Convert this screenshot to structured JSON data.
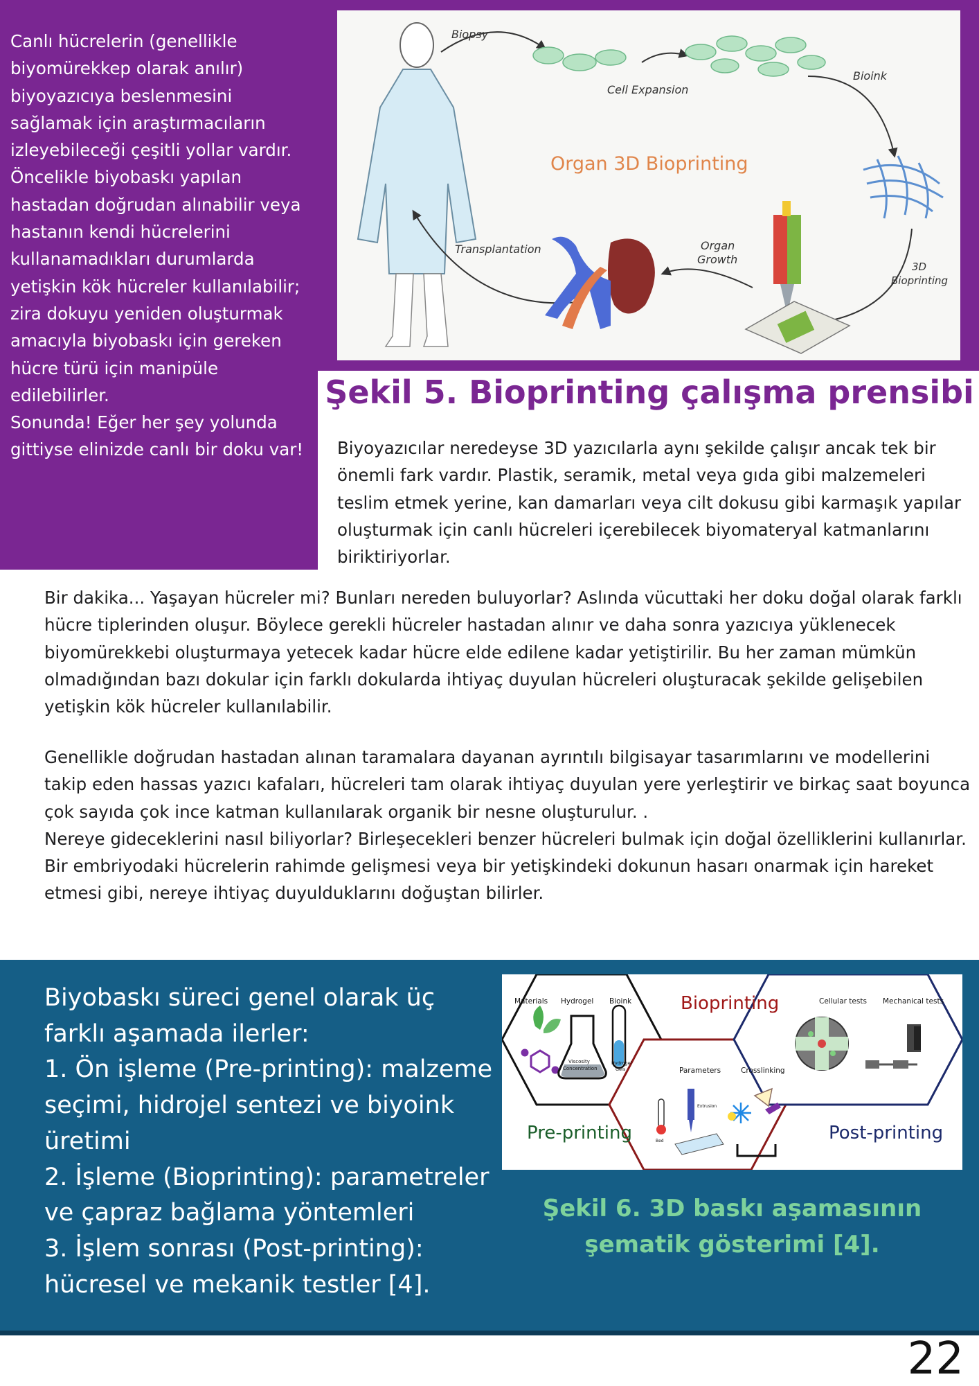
{
  "colors": {
    "purple": "#7a2692",
    "blue": "#155e86",
    "green_caption": "#7ed29c",
    "figure_orange": "#e0854a"
  },
  "sidebar": {
    "text": [
      "Canlı hücrelerin (genellikle biyomürekkep olarak anılır) biyoyazıcıya beslenmesini sağlamak için araştırmacıların izleyebileceği çeşitli yollar vardır. Öncelikle biyobaskı yapılan hastadan doğrudan alınabilir veya hastanın kendi hücrelerini kullanamadıkları durumlarda yetişkin kök hücreler kullanılabilir; zira dokuyu yeniden oluşturmak amacıyla biyobaskı için gereken hücre türü için manipüle edilebilirler.",
      "Sonunda! Eğer her şey yolunda gittiyse elinizde canlı bir doku var!"
    ]
  },
  "figure5": {
    "title": "Organ 3D Bioprinting",
    "labels": {
      "biopsy": "Biopsy",
      "cell_expansion": "Cell Expansion",
      "bioink": "Bioink",
      "transplantation": "Transplantation",
      "organ_growth_1": "Organ",
      "organ_growth_2": "Growth",
      "bioprinting_1": "3D",
      "bioprinting_2": "Bioprinting"
    },
    "caption": "Şekil 5. Bioprinting çalışma prensibi"
  },
  "intro": "Biyoyazıcılar neredeyse 3D yazıcılarla aynı şekilde çalışır ancak tek bir önemli fark vardır. Plastik, seramik, metal veya gıda gibi malzemeleri teslim etmek yerine, kan damarları veya cilt dokusu gibi karmaşık yapılar oluşturmak için canlı hücreleri içerebilecek biyomateryal katmanlarını biriktiriyorlar.",
  "body": {
    "p1": "Bir dakika... Yaşayan hücreler mi? Bunları nereden buluyorlar? Aslında vücuttaki her doku doğal olarak farklı hücre tiplerinden oluşur. Böylece gerekli hücreler hastadan alınır ve daha sonra yazıcıya yüklenecek biyomürekkebi oluşturmaya yetecek kadar hücre elde edilene kadar yetiştirilir. Bu her zaman mümkün olmadığından bazı dokular için farklı dokularda ihtiyaç duyulan hücreleri oluşturacak şekilde gelişebilen yetişkin kök hücreler kullanılabilir.",
    "p2a": "Genellikle doğrudan hastadan alınan taramalara dayanan ayrıntılı bilgisayar tasarımlarını ve modellerini takip eden hassas yazıcı kafaları, hücreleri tam olarak ihtiyaç duyulan yere yerleştirir ve birkaç saat boyunca çok sayıda çok ince katman kullanılarak organik bir nesne oluşturulur. .",
    "p2b": " Nereye gideceklerini nasıl biliyorlar? Birleşecekleri benzer hücreleri bulmak için doğal özelliklerini kullanırlar. Bir embriyodaki hücrelerin rahimde gelişmesi veya bir yetişkindeki dokunun hasarı onarmak için hareket etmesi gibi, nereye ihtiyaç duyulduklarını doğuştan bilirler."
  },
  "stages": {
    "intro": "Biyobaskı süreci genel olarak üç farklı aşamada ilerler:",
    "items": [
      "1. Ön işleme (Pre-printing): malzeme seçimi, hidrojel sentezi ve biyoink üretimi",
      "2. İşleme (Bioprinting): parametreler ve çapraz bağlama yöntemleri",
      "3. İşlem sonrası (Post-printing): hücresel ve mekanik testler [4]."
    ]
  },
  "figure6": {
    "labels": {
      "materials": "Materials",
      "hydrogel": "Hydrogel",
      "bioink": "Bioink",
      "viscosity_1": "Viscosity",
      "viscosity_2": "Concentration",
      "hydrogel_gels_1": "Hydrogel",
      "hydrogel_gels_2": "Gels",
      "bioprinting": "Bioprinting",
      "parameters": "Parameters",
      "crosslinking": "Crosslinking",
      "extrusion": "Extrusion",
      "bed": "Bed",
      "cellular_tests": "Cellular tests",
      "mechanical_tests": "Mechanical tests",
      "pre_printing": "Pre-printing",
      "post_printing": "Post-printing"
    },
    "caption": "Şekil 6. 3D baskı aşamasının şematik gösterimi [4]."
  },
  "page_number": "22"
}
